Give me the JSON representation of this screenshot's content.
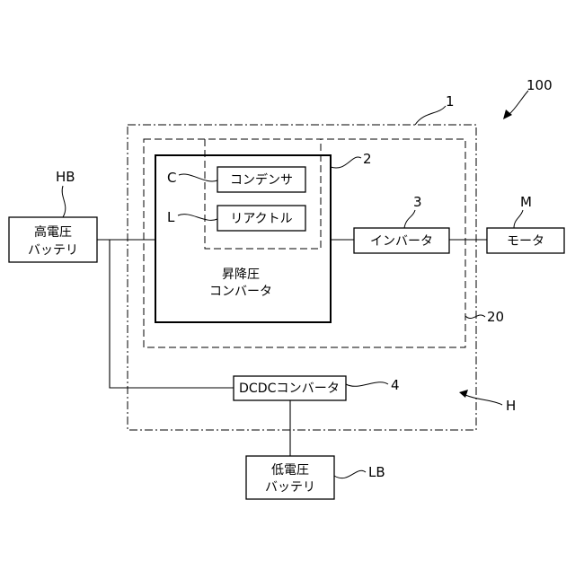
{
  "refs": {
    "system": "100",
    "housing": "1",
    "boost_unit": "2",
    "inverter": "3",
    "dcdc": "4",
    "board": "20",
    "housing_h": "H",
    "high_battery": "HB",
    "motor": "M",
    "low_battery": "LB",
    "capacitor": "C",
    "reactor": "L"
  },
  "components": {
    "high_battery": [
      "高電圧",
      "バッテリ"
    ],
    "low_battery": [
      "低電圧",
      "バッテリ"
    ],
    "capacitor": "コンデンサ",
    "reactor": "リアクトル",
    "boost_converter": [
      "昇降圧",
      "コンバータ"
    ],
    "inverter": "インバータ",
    "motor": "モータ",
    "dcdc_converter": "DCDCコンバータ"
  }
}
